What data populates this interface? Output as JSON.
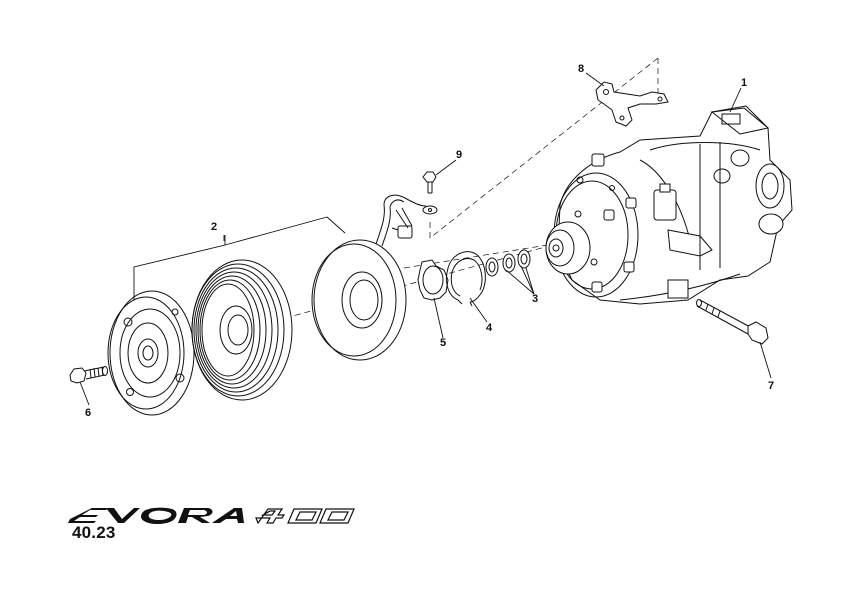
{
  "diagram": {
    "callouts": [
      {
        "id": "callout-1",
        "label": "1"
      },
      {
        "id": "callout-2",
        "label": "2"
      },
      {
        "id": "callout-3",
        "label": "3"
      },
      {
        "id": "callout-4",
        "label": "4"
      },
      {
        "id": "callout-5",
        "label": "5"
      },
      {
        "id": "callout-6",
        "label": "6"
      },
      {
        "id": "callout-7",
        "label": "7"
      },
      {
        "id": "callout-8",
        "label": "8"
      },
      {
        "id": "callout-9",
        "label": "9"
      }
    ]
  },
  "footer": {
    "logo_text": "EVORA 400",
    "page_reference": "40.23"
  }
}
